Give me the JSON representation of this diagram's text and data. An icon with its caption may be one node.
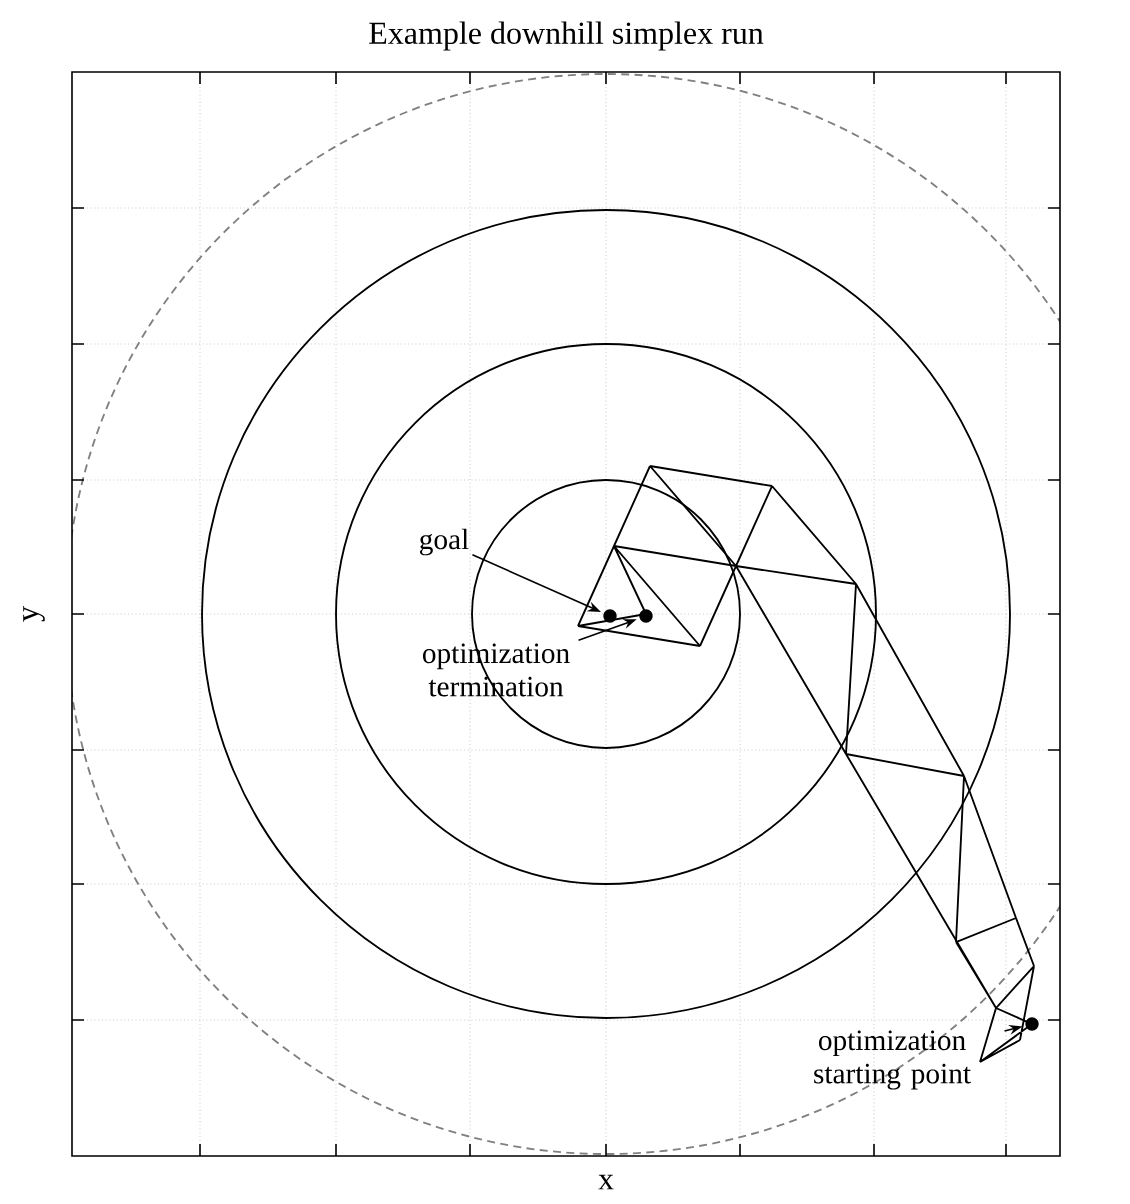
{
  "diagram": {
    "title": "Example downhill simplex run",
    "nodes": [
      {
        "text": [
          "goal"
        ]
      },
      {
        "text": [],
        "shape": "circle"
      },
      {
        "text": [],
        "shape": "circle"
      },
      {
        "text": [
          "optimization termination"
        ]
      },
      {
        "text": [],
        "shape": "circle"
      },
      {
        "text": [
          "optimization starting point"
        ]
      }
    ],
    "edges": [
      {
        "from": 0,
        "to": 1,
        "arrow": "to"
      },
      {
        "from": 3,
        "to": 2,
        "arrow": "to"
      },
      {
        "from": 5,
        "to": 4,
        "arrow": "to"
      }
    ],
    "labels": [
      "x",
      "y"
    ]
  }
}
